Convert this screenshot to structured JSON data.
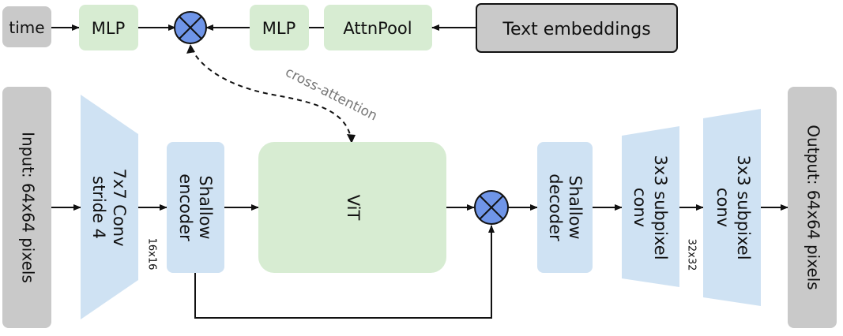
{
  "colors": {
    "gray_box": "#c9c9c9",
    "green_box": "#d7ecd2",
    "blue_block": "#cfe2f3",
    "multiply_fill": "#6f95e8",
    "arrow": "#111111",
    "note_text": "#777777"
  },
  "top_row": {
    "time": "time",
    "mlp_left": "MLP",
    "mlp_right": "MLP",
    "attnpool": "AttnPool",
    "text_embeddings": "Text embeddings"
  },
  "cross_attention_label": "cross-attention",
  "pipeline": {
    "input": "Input: 64x64 pixels",
    "conv_line1": "7x7 Conv",
    "conv_line2": "stride 4",
    "size_16": "16x16",
    "shallow_encoder_line1": "Shallow",
    "shallow_encoder_line2": "encoder",
    "vit": "ViT",
    "shallow_decoder_line1": "Shallow",
    "shallow_decoder_line2": "decoder",
    "subpixel1_line1": "3x3 subpixel",
    "subpixel1_line2": "conv",
    "size_32": "32x32",
    "subpixel2_line1": "3x3 subpixel",
    "subpixel2_line2": "conv",
    "output": "Output: 64x64 pixels"
  },
  "icons": {
    "multiply_top": "multiply-circle-icon",
    "multiply_main": "multiply-circle-icon"
  }
}
